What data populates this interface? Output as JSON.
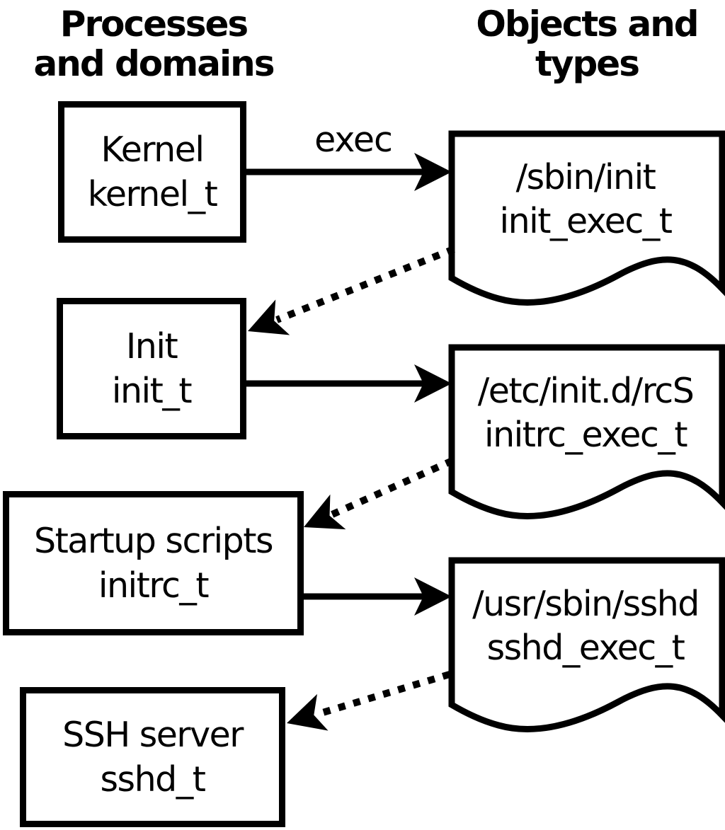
{
  "columns": {
    "left_header": {
      "line1": "Processes",
      "line2": "and domains"
    },
    "right_header": {
      "line1": "Objects and",
      "line2": "types"
    }
  },
  "processes": [
    {
      "label": "Kernel",
      "domain": "kernel_t"
    },
    {
      "label": "Init",
      "domain": "init_t"
    },
    {
      "label": "Startup scripts",
      "domain": "initrc_t"
    },
    {
      "label": "SSH server",
      "domain": "sshd_t"
    }
  ],
  "objects": [
    {
      "path": "/sbin/init",
      "type": "init_exec_t"
    },
    {
      "path": "/etc/init.d/rcS",
      "type": "initrc_exec_t"
    },
    {
      "path": "/usr/sbin/sshd",
      "type": "sshd_exec_t"
    }
  ],
  "edges": [
    {
      "from": "kernel_t",
      "to": "init_exec_t",
      "style": "solid",
      "label": "exec"
    },
    {
      "from": "init_exec_t",
      "to": "init_t",
      "style": "dotted",
      "label": ""
    },
    {
      "from": "init_t",
      "to": "initrc_exec_t",
      "style": "solid",
      "label": ""
    },
    {
      "from": "initrc_exec_t",
      "to": "initrc_t",
      "style": "dotted",
      "label": ""
    },
    {
      "from": "initrc_t",
      "to": "sshd_exec_t",
      "style": "solid",
      "label": ""
    },
    {
      "from": "sshd_exec_t",
      "to": "sshd_t",
      "style": "dotted",
      "label": ""
    }
  ],
  "colors": {
    "ink": "#000000",
    "background": "#ffffff"
  }
}
